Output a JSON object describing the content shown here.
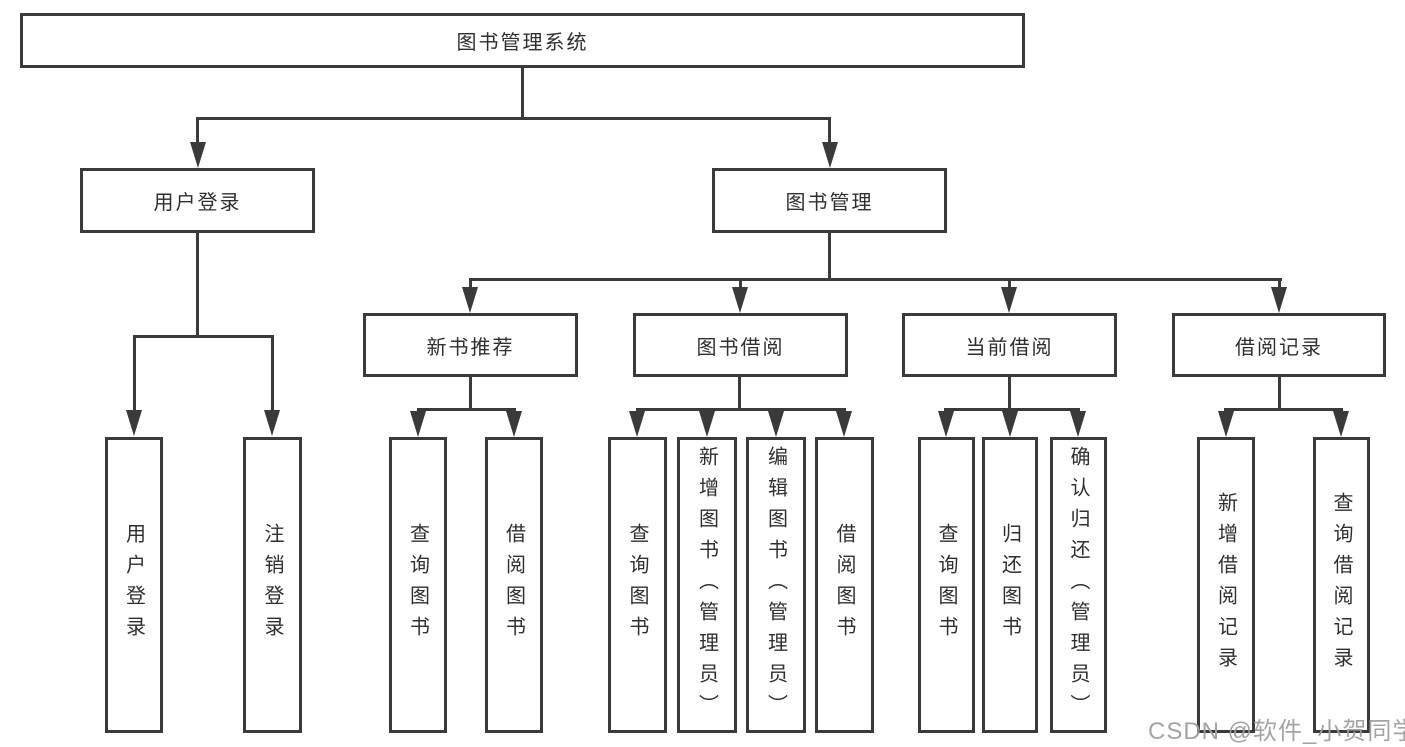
{
  "diagram": {
    "root": {
      "label": "图书管理系统"
    },
    "level2": {
      "user_login": {
        "label": "用户登录"
      },
      "book_management": {
        "label": "图书管理"
      }
    },
    "level3": {
      "new_book_recommend": {
        "label": "新书推荐"
      },
      "book_borrow": {
        "label": "图书借阅"
      },
      "current_borrow": {
        "label": "当前借阅"
      },
      "borrow_record": {
        "label": "借阅记录"
      }
    },
    "leaves": {
      "user_login": {
        "label": "用户登录"
      },
      "logout": {
        "label": "注销登录"
      },
      "recommend_query_book": {
        "label": "查询图书"
      },
      "recommend_borrow_book": {
        "label": "借阅图书"
      },
      "borrow_query_book": {
        "label": "查询图书"
      },
      "borrow_add_book": {
        "label": "新增图书（管理员）"
      },
      "borrow_edit_book": {
        "label": "编辑图书（管理员）"
      },
      "borrow_borrow_book": {
        "label": "借阅图书"
      },
      "current_query_book": {
        "label": "查询图书"
      },
      "current_return_book": {
        "label": "归还图书"
      },
      "current_confirm_return": {
        "label": "确认归还（管理员）"
      },
      "record_add": {
        "label": "新增借阅记录"
      },
      "record_query": {
        "label": "查询借阅记录"
      }
    },
    "watermark": {
      "text": "CSDN @软件_小贺同学"
    },
    "colors": {
      "line": "#3a3a3a",
      "text": "#2f2f2f",
      "watermark": "#9e9e9e",
      "background": "#ffffff"
    }
  }
}
